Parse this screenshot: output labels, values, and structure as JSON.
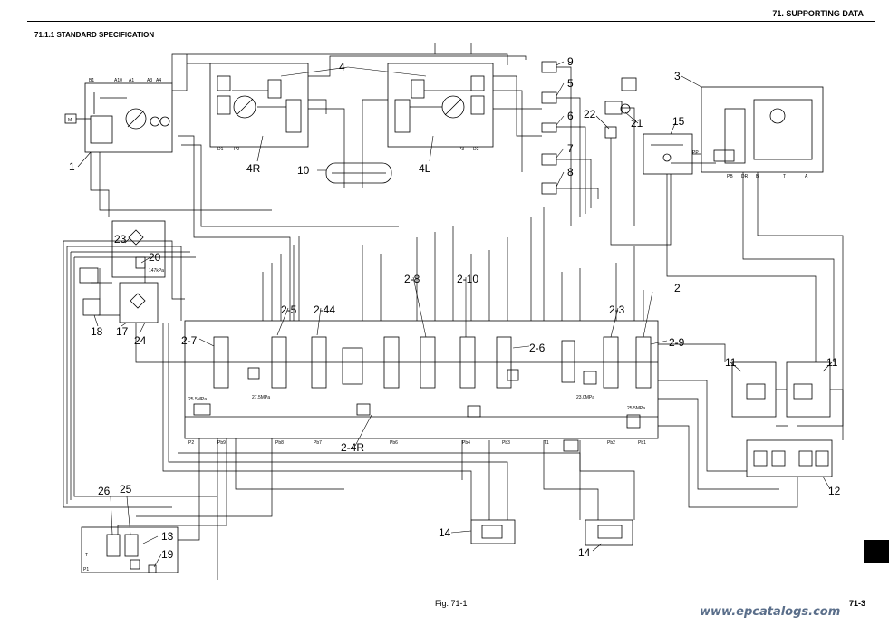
{
  "header": {
    "chapter": "71. SUPPORTING DATA",
    "section": "71.1.1     STANDARD SPECIFICATION"
  },
  "footer": {
    "figure": "Fig. 71-1",
    "page": "71-3",
    "watermark": "www.epcatalogs.com"
  },
  "diagram": {
    "components": {
      "c1": "1",
      "c2": "2",
      "c3": "3",
      "c4": "4",
      "c4r": "4R",
      "c4l": "4L",
      "c5": "5",
      "c6": "6",
      "c7": "7",
      "c8": "8",
      "c9": "9",
      "c10": "10",
      "c11a": "11",
      "c11b": "11",
      "c12": "12",
      "c13": "13",
      "c14a": "14",
      "c14b": "14",
      "c15": "15",
      "c17": "17",
      "c18": "18",
      "c19": "19",
      "c20": "20",
      "c21": "21",
      "c22": "22",
      "c23": "23",
      "c24": "24",
      "c25": "25",
      "c26": "26",
      "s27": "2-7",
      "s25": "2-5",
      "s244": "2-44",
      "s28": "2-8",
      "s210": "2-10",
      "s26": "2-6",
      "s23": "2-3",
      "s29": "2-9",
      "s24r": "2-4R"
    },
    "labels": {
      "m": "M",
      "b1": "B1",
      "a10": "A10",
      "a1": "A1",
      "a3": "A3",
      "a4": "A4",
      "pb": "PB",
      "dr": "DR",
      "pp": "PP",
      "t": "T",
      "b": "B",
      "a": "A",
      "p1": "P1",
      "p2": "P2",
      "p3": "P3",
      "d1": "D1",
      "d2": "D2",
      "pb9": "Pb9",
      "pb8": "Pb8",
      "pb7": "Pb7",
      "pb6": "Pb6",
      "pb4": "Pb4",
      "pb3": "Pb3",
      "pb2": "Pb2",
      "pb1": "Pb1",
      "t1": "T1",
      "p2b": "P2",
      "mpa1": "25.5MPa",
      "mpa2": "27.5MPa",
      "mpa3": "23.0MPa",
      "mpa4": "25.5MPa",
      "kpa": "147kPa",
      "t2": "T",
      "p1b": "P1"
    }
  }
}
